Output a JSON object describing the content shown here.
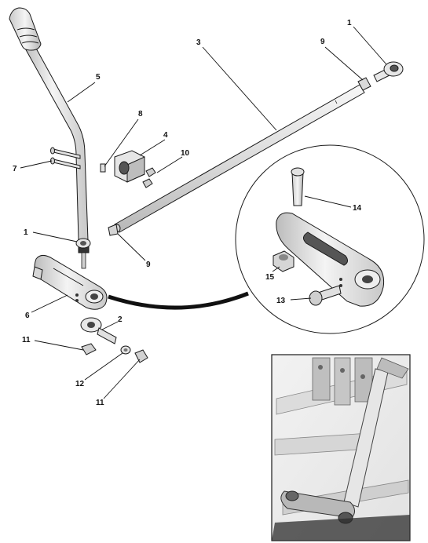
{
  "callouts": [
    {
      "id": "c1a",
      "text": "1"
    },
    {
      "id": "c1b",
      "text": "1"
    },
    {
      "id": "c2",
      "text": "2"
    },
    {
      "id": "c3",
      "text": "3"
    },
    {
      "id": "c4",
      "text": "4"
    },
    {
      "id": "c5",
      "text": "5"
    },
    {
      "id": "c6",
      "text": "6"
    },
    {
      "id": "c7",
      "text": "7"
    },
    {
      "id": "c8",
      "text": "8"
    },
    {
      "id": "c9a",
      "text": "9"
    },
    {
      "id": "c9b",
      "text": "9"
    },
    {
      "id": "c10",
      "text": "10"
    },
    {
      "id": "c11a",
      "text": "11"
    },
    {
      "id": "c11b",
      "text": "11"
    },
    {
      "id": "c12",
      "text": "12"
    },
    {
      "id": "c13",
      "text": "13"
    },
    {
      "id": "c14",
      "text": "14"
    },
    {
      "id": "c15",
      "text": "15"
    }
  ],
  "colors": {
    "line": "#1a1a1a",
    "metal_light": "#eeeeee",
    "metal_mid": "#cfcfcf",
    "metal_dark": "#8a8a8a",
    "shaft_dark": "#333333"
  }
}
